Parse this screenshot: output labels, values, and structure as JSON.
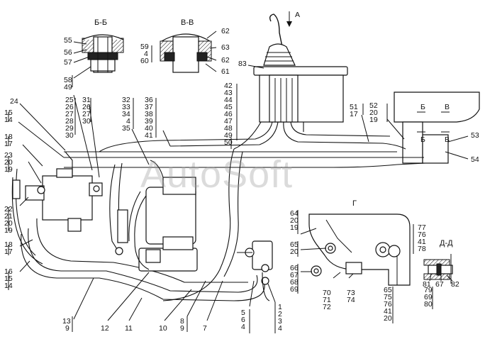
{
  "watermark": "AutoSoft",
  "sections": {
    "bb": "Б-Б",
    "vv": "В-В",
    "g": "Г",
    "dd": "Д-Д",
    "a": "А",
    "b_mark1": "Б",
    "v_mark1": "В",
    "b_mark2": "Б",
    "v_mark2": "В"
  },
  "callouts": {
    "bb_left": [
      "55",
      "56",
      "57",
      "58",
      "49"
    ],
    "vv_left": [
      "59",
      "4",
      "60"
    ],
    "vv_right": [
      "62",
      "63",
      "62",
      "61"
    ],
    "joystick": [
      "83"
    ],
    "top_24": [
      "24"
    ],
    "top_15_14": [
      "15",
      "14"
    ],
    "left_18_17": [
      "18",
      "17"
    ],
    "left_23_20_19": [
      "23",
      "20",
      "19"
    ],
    "left_22_21_20_19": [
      "22",
      "21",
      "20",
      "19"
    ],
    "left_18_17b": [
      "18",
      "17"
    ],
    "left_16_15_14": [
      "16",
      "15",
      "14"
    ],
    "top_25_30": [
      "25",
      "26",
      "27",
      "28",
      "29",
      "30"
    ],
    "top_31_30": [
      "31",
      "26",
      "27",
      "30"
    ],
    "top_32_35": [
      "32",
      "33",
      "34",
      "4",
      "35"
    ],
    "top_36_41": [
      "36",
      "37",
      "38",
      "39",
      "40",
      "41"
    ],
    "top_42_50": [
      "42",
      "43",
      "44",
      "45",
      "46",
      "47",
      "48",
      "49",
      "50"
    ],
    "top_51_17": [
      "51",
      "17"
    ],
    "top_52_19": [
      "52",
      "20",
      "19"
    ],
    "right_53": [
      "53"
    ],
    "right_54": [
      "54"
    ],
    "g_64": [
      "64",
      "20",
      "19"
    ],
    "g_65": [
      "65",
      "20"
    ],
    "g_66": [
      "66",
      "67",
      "68",
      "69"
    ],
    "g_70": [
      "70",
      "71",
      "72"
    ],
    "g_73": [
      "73",
      "74"
    ],
    "g_65b": [
      "65",
      "75",
      "76",
      "41",
      "20"
    ],
    "g_77": [
      "77",
      "76",
      "41",
      "78"
    ],
    "dd_79": [
      "79",
      "69",
      "80"
    ],
    "dd_81": [
      "81"
    ],
    "dd_67": [
      "67"
    ],
    "dd_82": [
      "82"
    ],
    "bottom_13_9": [
      "13",
      "9"
    ],
    "bottom_12": [
      "12"
    ],
    "bottom_11": [
      "11"
    ],
    "bottom_10": [
      "10"
    ],
    "bottom_8_9": [
      "8",
      "9"
    ],
    "bottom_7": [
      "7"
    ],
    "bottom_5_6_4": [
      "5",
      "6",
      "4"
    ],
    "bottom_1_4": [
      "1",
      "2",
      "3",
      "4"
    ]
  }
}
